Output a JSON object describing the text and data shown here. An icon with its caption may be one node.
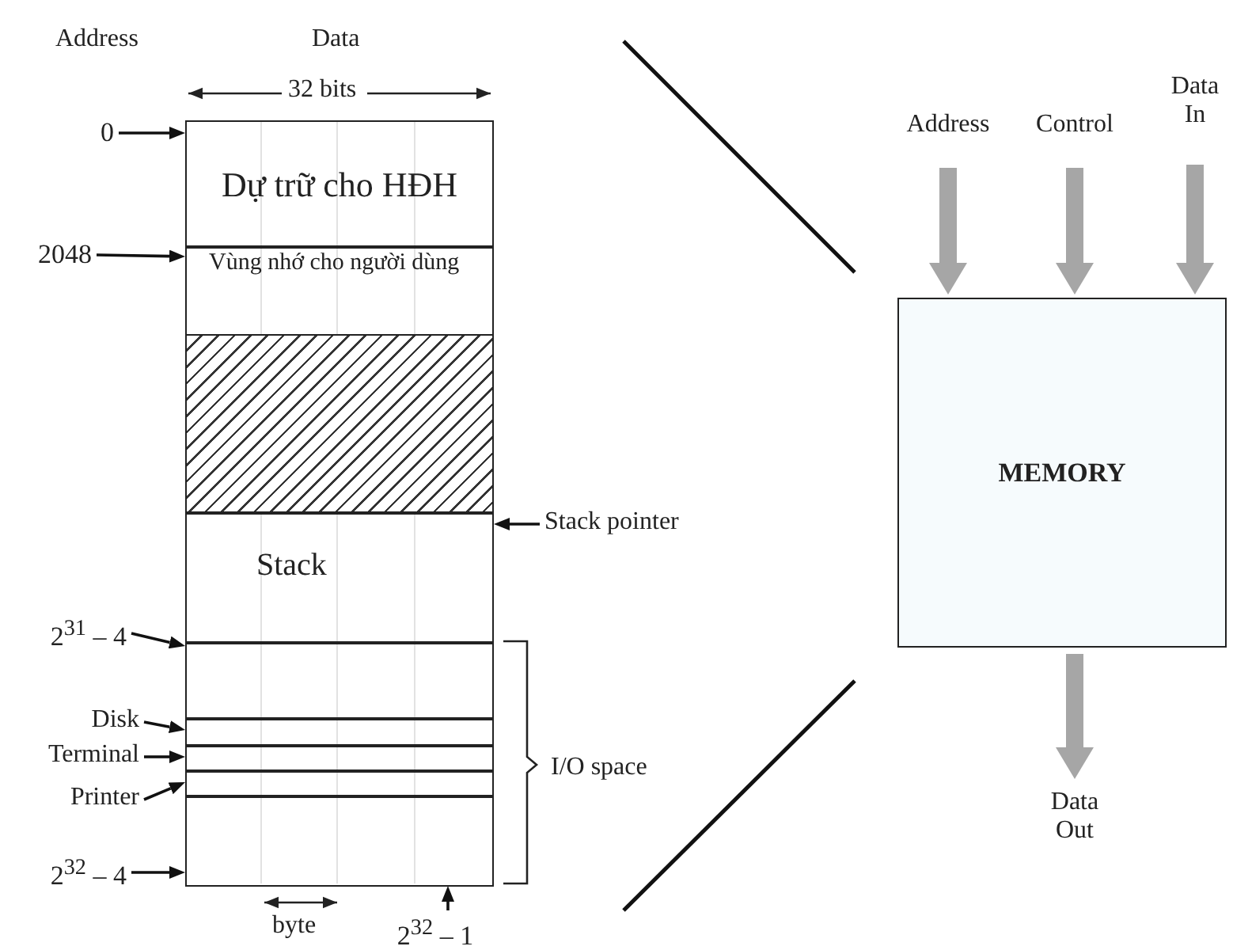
{
  "diagram": {
    "nodes": [
      {
        "text": [
          "Dự trữ cho HĐH"
        ]
      },
      {
        "text": [
          "Vùng nhớ cho người dùng"
        ]
      },
      {
        "text": [],
        "shape": "box"
      },
      {
        "text": [
          "Stack"
        ]
      },
      {
        "text": [],
        "shape": "box"
      },
      {
        "text": [],
        "shape": "box"
      },
      {
        "text": [],
        "shape": "box"
      },
      {
        "text": [],
        "shape": "box"
      },
      {
        "text": [],
        "shape": "box"
      },
      {
        "text": [
          "0"
        ]
      },
      {
        "text": [
          "2048"
        ]
      },
      {
        "text": [
          "2$^{31}$ – 4"
        ]
      },
      {
        "text": [
          "Disk"
        ]
      },
      {
        "text": [
          "Terminal"
        ]
      },
      {
        "text": [
          "Printer"
        ]
      },
      {
        "text": [
          "2$^{32}$ – 4"
        ]
      },
      {
        "text": [
          "Stack pointer"
        ]
      },
      {
        "text": [
          "2$^{32}$ – 1"
        ]
      },
      {
        "text": [
          "MEMORY"
        ]
      },
      {
        "text": [
          "Address"
        ]
      },
      {
        "text": [
          "Control"
        ]
      },
      {
        "text": [
          "Data In"
        ]
      },
      {
        "text": [
          "Data Out"
        ]
      }
    ],
    "edges": [
      {
        "from": 9,
        "to": 0,
        "arrow": "to"
      },
      {
        "from": 10,
        "to": 1,
        "arrow": "to"
      },
      {
        "from": 11,
        "to": 4,
        "arrow": "to"
      },
      {
        "from": 12,
        "to": 5,
        "arrow": "to"
      },
      {
        "from": 13,
        "to": 6,
        "arrow": "to"
      },
      {
        "from": 14,
        "to": 7,
        "arrow": "to"
      },
      {
        "from": 15,
        "to": 8,
        "arrow": "to"
      },
      {
        "from": 16,
        "to": 3,
        "arrow": "to"
      },
      {
        "from": 17,
        "to": 8,
        "arrow": "to"
      },
      {
        "from": 19,
        "to": 18,
        "arrow": "to",
        "style": "thick",
        "color": "#a6a6a6"
      },
      {
        "from": 20,
        "to": 18,
        "arrow": "to",
        "style": "thick",
        "color": "#a6a6a6"
      },
      {
        "from": 21,
        "to": 18,
        "arrow": "to",
        "style": "thick",
        "color": "#a6a6a6"
      },
      {
        "from": 18,
        "to": 22,
        "arrow": "to",
        "style": "thick",
        "color": "#a6a6a6"
      }
    ],
    "labels": [
      "Address",
      "Data",
      "32 bits",
      "I/O space",
      "byte"
    ]
  }
}
